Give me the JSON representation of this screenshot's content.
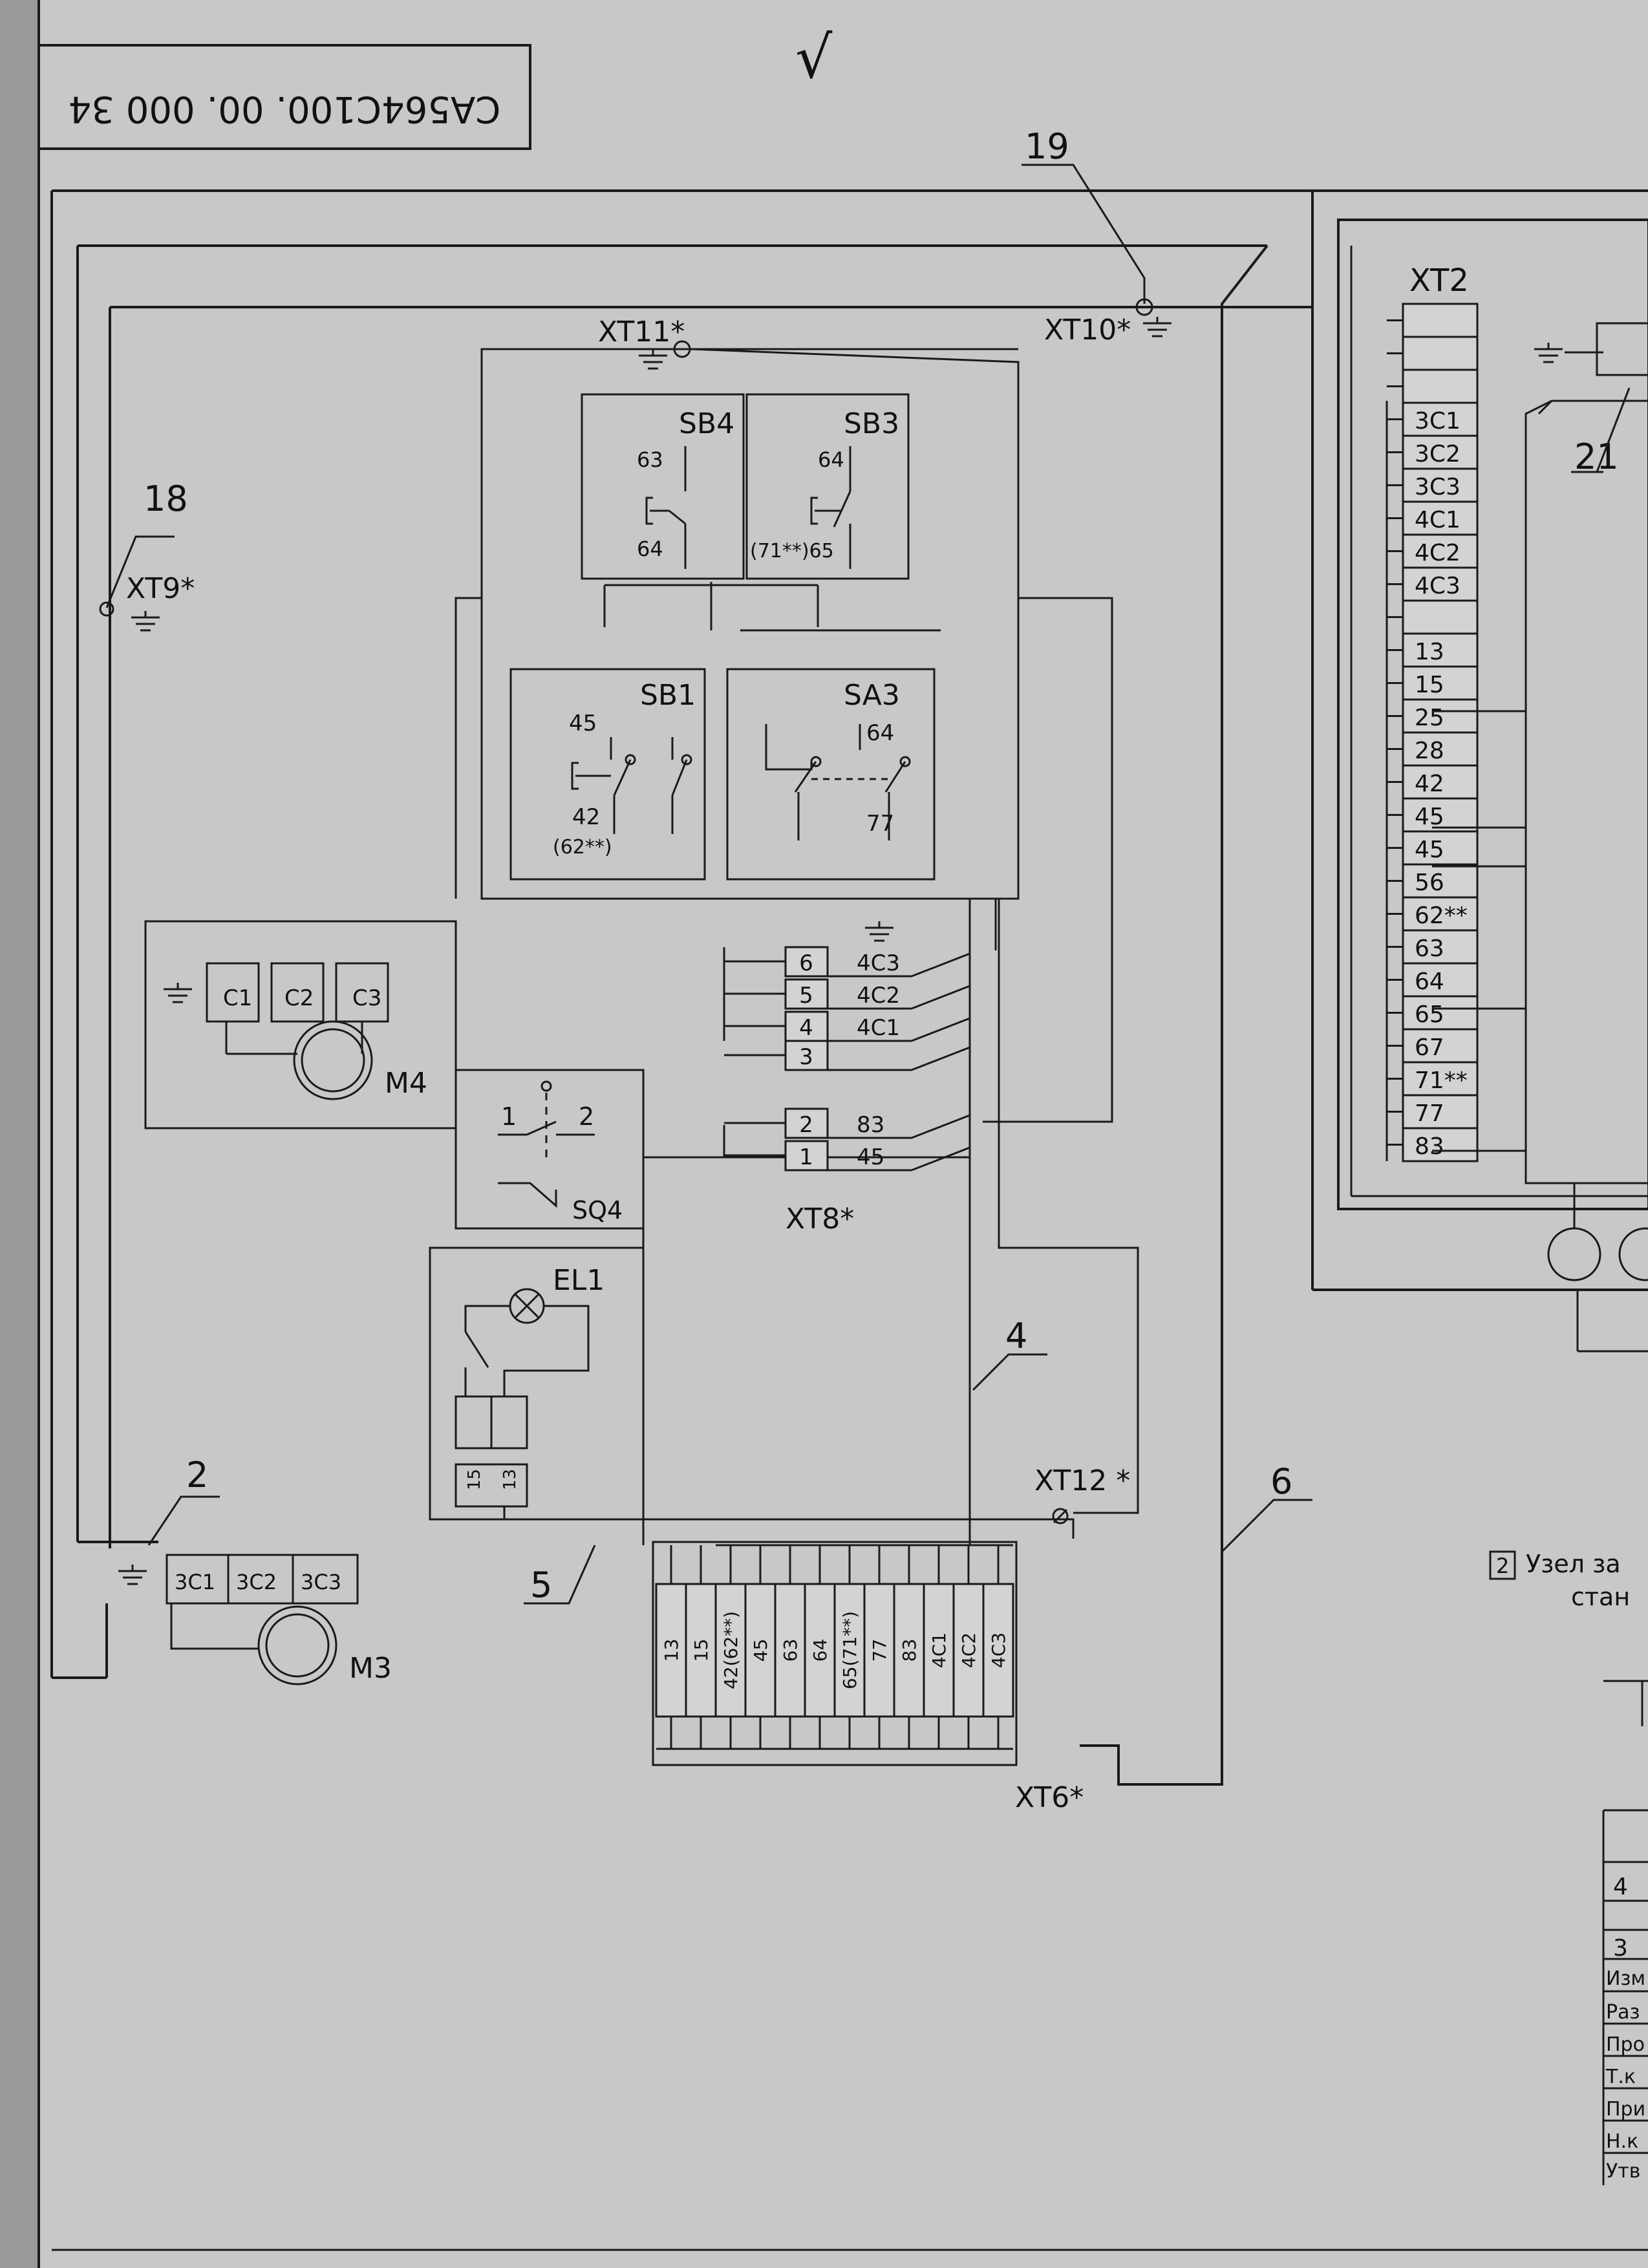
{
  "document_code": "СА564С100. 00. 000 34",
  "check_mark": "√",
  "callouts": {
    "c18": "18",
    "c19": "19",
    "c21": "21",
    "c2": "2",
    "c4": "4",
    "c5": "5",
    "c6": "6"
  },
  "terminals": {
    "xt9": "XT9*",
    "xt10": "XT10*",
    "xt11": "XT11*",
    "xt12": "XT12 *",
    "xt6": "XT6*",
    "xt8": "XT8*",
    "xt2": "XT2"
  },
  "components": {
    "sb4": {
      "name": "SB4",
      "top": "63",
      "bottom": "64"
    },
    "sb3": {
      "name": "SB3",
      "top": "64",
      "bottom": "(71**)65"
    },
    "sb1": {
      "name": "SB1",
      "top": "45",
      "bottom": "42",
      "bottom2": "(62**)"
    },
    "sa3": {
      "name": "SA3",
      "top": "64",
      "bottom": "77"
    },
    "m4": {
      "name": "M4",
      "terms": [
        "C1",
        "C2",
        "C3"
      ]
    },
    "m3": {
      "name": "M3",
      "terms": [
        "3C1",
        "3C2",
        "3C3"
      ]
    },
    "sq4": {
      "name": "SQ4",
      "t1": "1",
      "t2": "2"
    },
    "el1": {
      "name": "EL1",
      "t1": "15",
      "t2": "13"
    }
  },
  "xt8_rows": [
    {
      "num": "6",
      "wire": "4C3"
    },
    {
      "num": "5",
      "wire": "4C2"
    },
    {
      "num": "4",
      "wire": "4C1"
    },
    {
      "num": "3",
      "wire": ""
    },
    {
      "num": "2",
      "wire": "83"
    },
    {
      "num": "1",
      "wire": "45"
    }
  ],
  "xt2_rows": [
    "",
    "",
    "",
    "3C1",
    "3C2",
    "3C3",
    "4C1",
    "4C2",
    "4C3",
    "",
    "13",
    "15",
    "25",
    "28",
    "42",
    "45",
    "45",
    "56",
    "62**",
    "63",
    "64",
    "65",
    "67",
    "71**",
    "77",
    "83"
  ],
  "xt6_cells": [
    "13",
    "15",
    "42(62**)",
    "45",
    "63",
    "64",
    "65(71**)",
    "77",
    "83",
    "4C1",
    "4C2",
    "4C3"
  ],
  "note": {
    "num": "2",
    "line1": "Узел за",
    "line2": "стан"
  },
  "title_block": {
    "row1": "4",
    "row2": "3",
    "labels": [
      "Изм",
      "Раз",
      "Про",
      "Т.к",
      "При",
      "Н.к",
      "Утв"
    ]
  }
}
